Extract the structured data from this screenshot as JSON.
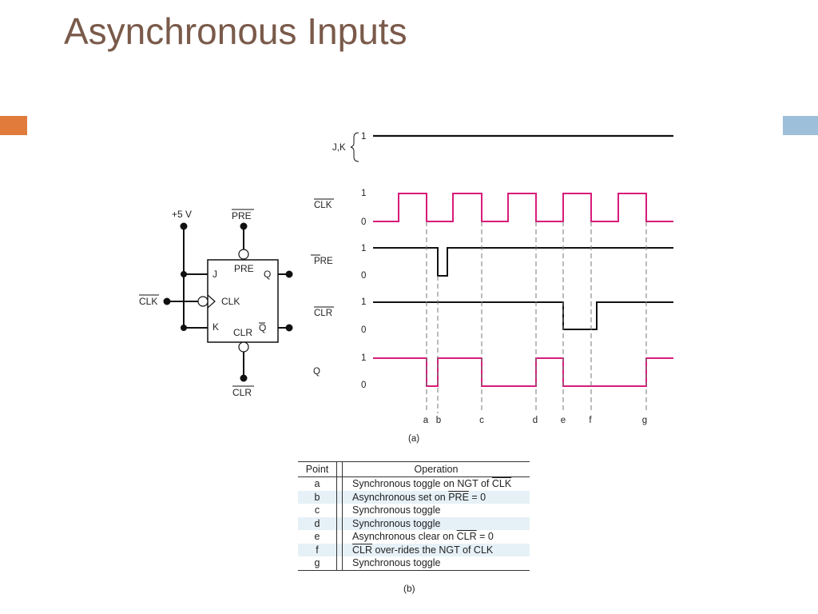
{
  "slide": {
    "title": "Asynchronous Inputs",
    "colors": {
      "title": "#7a5a4a",
      "accent_left": "#e07b3c",
      "accent_right": "#9dbfd9",
      "waveform_pink": "#d81b7a",
      "waveform_black": "#111111"
    }
  },
  "circuit": {
    "vcc_label": "+5 V",
    "pre_top_label": "PRE",
    "pre_inner_label": "PRE",
    "j_label": "J",
    "clk_pin_label": "CLK",
    "k_label": "K",
    "clr_inner_label": "CLR",
    "q_label": "Q",
    "qbar_label": "Q",
    "clk_input_label": "CLK",
    "clr_bottom_label": "CLR"
  },
  "timing": {
    "jk_label": "J,K",
    "jk_level": "1",
    "clk_label": "CLK",
    "pre_label": "PRE",
    "clr_label": "CLR",
    "q_label": "Q",
    "level_high": "1",
    "level_low": "0",
    "points": [
      "a",
      "b",
      "c",
      "d",
      "e",
      "f",
      "g"
    ],
    "caption": "(a)"
  },
  "table": {
    "header_point": "Point",
    "header_operation": "Operation",
    "rows": [
      {
        "point": "a",
        "op_pre": "Synchronous toggle on NGT of ",
        "op_over": "CLK",
        "op_post": ""
      },
      {
        "point": "b",
        "op_pre": "Asynchronous set on ",
        "op_over": "PRE",
        "op_post": " = 0"
      },
      {
        "point": "c",
        "op_pre": "Synchronous toggle",
        "op_over": "",
        "op_post": ""
      },
      {
        "point": "d",
        "op_pre": "Synchronous toggle",
        "op_over": "",
        "op_post": ""
      },
      {
        "point": "e",
        "op_pre": "Asynchronous clear on ",
        "op_over": "CLR",
        "op_post": " = 0"
      },
      {
        "point": "f",
        "op_pre": "",
        "op_over": "CLR",
        "op_post": " over-rides the NGT of CLK"
      },
      {
        "point": "g",
        "op_pre": "Synchronous toggle",
        "op_over": "",
        "op_post": ""
      }
    ],
    "caption": "(b)"
  }
}
